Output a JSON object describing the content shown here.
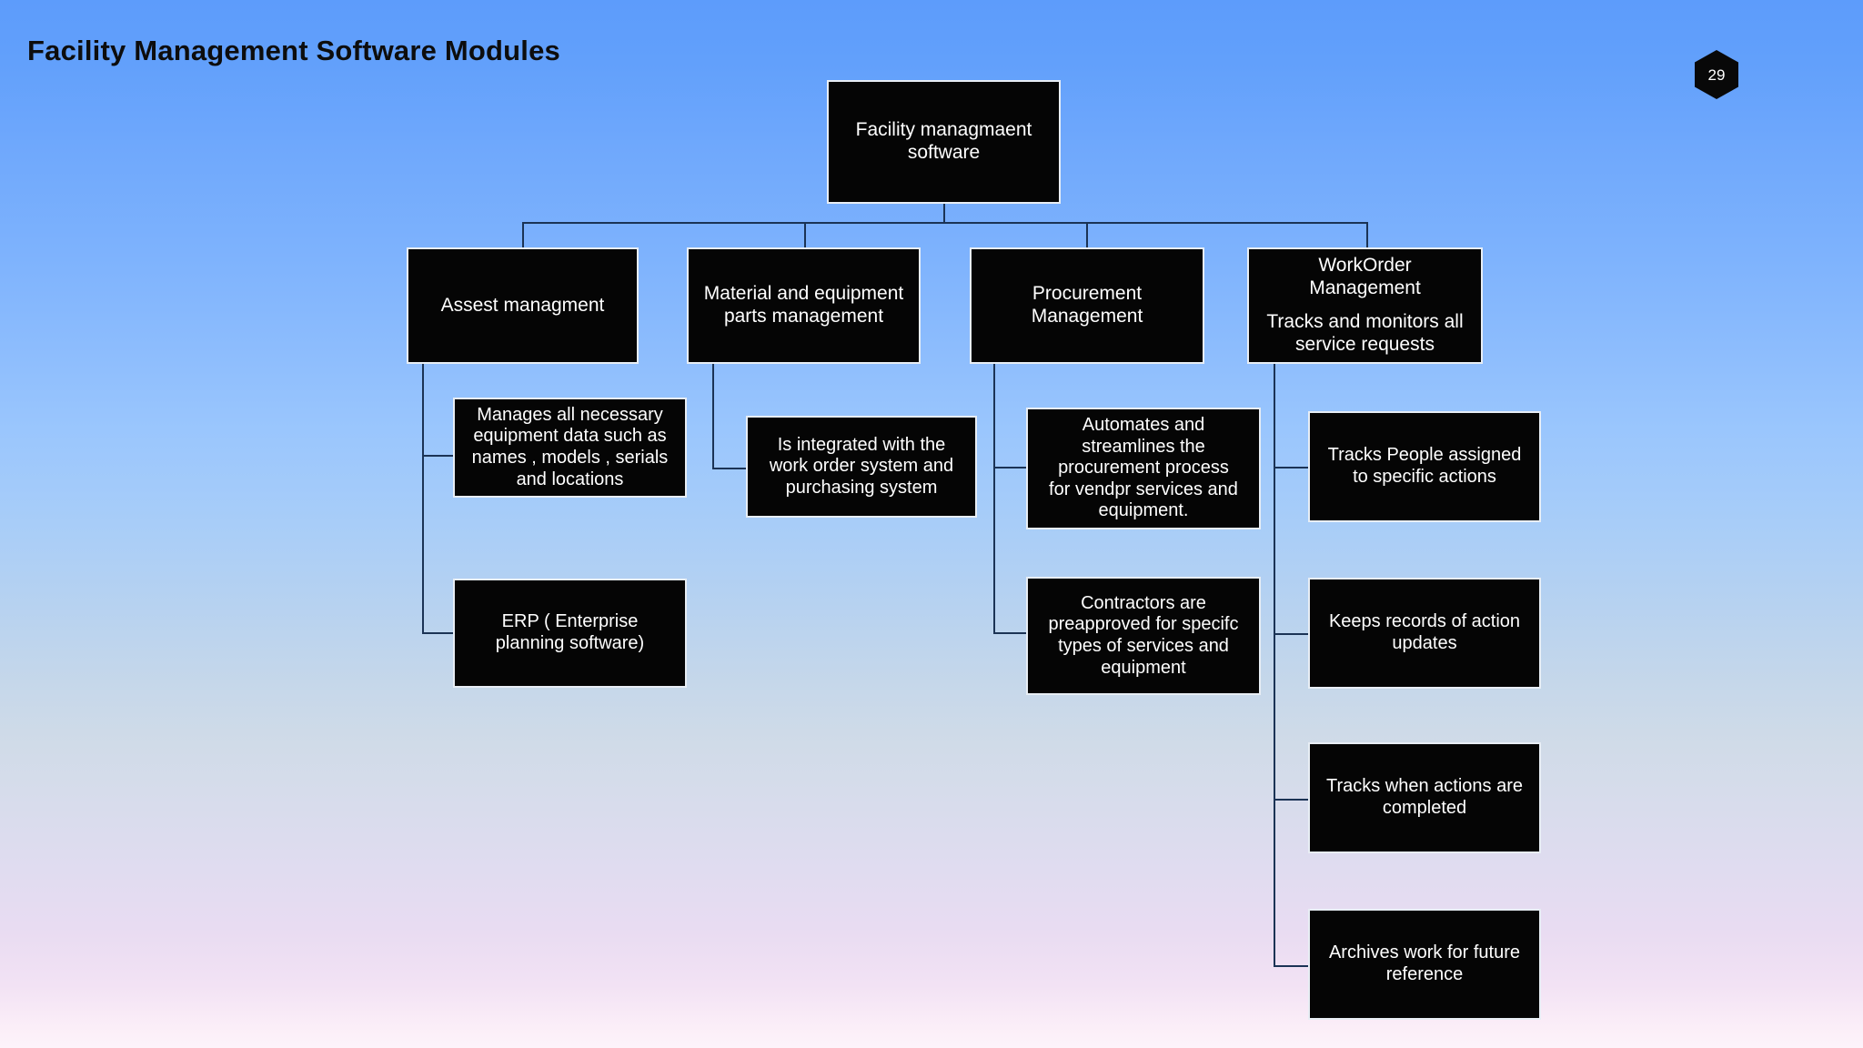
{
  "page": {
    "title": "Facility Management Software Modules",
    "badge": {
      "value": "29",
      "shape": "hexagon",
      "fill_color": "#080808",
      "text_color": "#ffffff"
    },
    "background": {
      "type": "vertical-gradient",
      "top_color": "#5d9cfb",
      "bottom_color": "#fdf3fa"
    }
  },
  "diagram": {
    "type": "org-chart",
    "node_fill_color": "#050505",
    "node_text_color": "#ffffff",
    "node_border_color": "#e8eef5",
    "connector_color": "#1b3355",
    "root": {
      "label_line1": "Facility managmaent",
      "label_line2": "software"
    },
    "branches": [
      {
        "id": "asset-management",
        "title_line1": "Assest managment",
        "title_line2": "",
        "children": [
          {
            "id": "equipment-data",
            "line1": "Manages all necessary",
            "line2": "equipment data such as",
            "line3": "names , models , serials",
            "line4": "and locations"
          },
          {
            "id": "erp",
            "line1": "ERP ( Enterprise",
            "line2": "planning software)"
          }
        ]
      },
      {
        "id": "material-equipment-parts",
        "title_line1": "Material and equipment",
        "title_line2": "parts management",
        "children": [
          {
            "id": "integrated-systems",
            "line1": "Is integrated with the",
            "line2": "work order system and",
            "line3": "purchasing system"
          }
        ]
      },
      {
        "id": "procurement-management",
        "title_line1": "Procurement",
        "title_line2": "Management",
        "children": [
          {
            "id": "automates-procurement",
            "line1": "Automates and",
            "line2": "streamlines the",
            "line3": "procurement process",
            "line4": "for vendpr services and",
            "line5": "equipment."
          },
          {
            "id": "contractors-preapproved",
            "line1": "Contractors are",
            "line2": "preapproved for specifc",
            "line3": "types of services and",
            "line4": "equipment"
          }
        ]
      },
      {
        "id": "workorder-management",
        "title_line1": "WorkOrder",
        "title_line2": "Management",
        "subtitle_line1": "Tracks and monitors all",
        "subtitle_line2": "service requests",
        "children": [
          {
            "id": "tracks-people",
            "line1": "Tracks People assigned",
            "line2": "to specific actions"
          },
          {
            "id": "keeps-records",
            "line1": "Keeps records of action",
            "line2": "updates"
          },
          {
            "id": "tracks-completion",
            "line1": "Tracks when actions are",
            "line2": "completed"
          },
          {
            "id": "archives-work",
            "line1": "Archives work for future",
            "line2": "reference"
          }
        ]
      }
    ]
  }
}
